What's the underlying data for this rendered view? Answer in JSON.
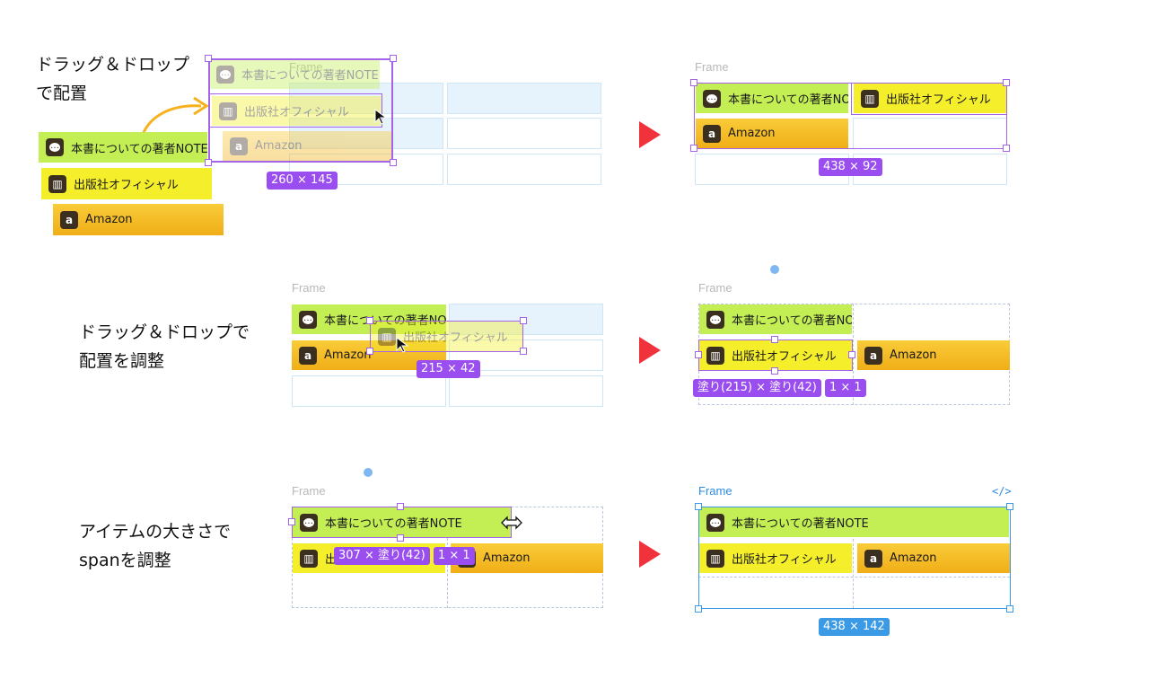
{
  "steps": [
    {
      "caption_line1": "ドラッグ＆ドロップ",
      "caption_line2": "で配置"
    },
    {
      "caption_line1": "ドラッグ＆ドロップで",
      "caption_line2": "配置を調整"
    },
    {
      "caption_line1": "アイテムの大きさで",
      "caption_line2": "spanを調整"
    }
  ],
  "frame_label": "Frame",
  "items": {
    "note": "本書についての著者NOTE",
    "publisher": "出版社オフィシャル",
    "amazon": "Amazon"
  },
  "badges": {
    "s1_drag": "260 × 145",
    "s1_result": "438 × 92",
    "s2_drag": "215 × 42",
    "s2_result_size": "塗り(215) × 塗り(42)",
    "s2_result_span": "1 × 1",
    "s3_drag_size": "307 × 塗り(42)",
    "s3_drag_span": "1 × 1",
    "s3_result": "438 × 142"
  },
  "code_icon": "</>",
  "colors": {
    "green": "#c3ef55",
    "yellow": "#f5ee2a",
    "orange": "#f4b520",
    "selection": "#a463e8",
    "selection_blue": "#3a9ae6",
    "arrow": "#f0323c",
    "curve_arrow": "#f5b21c"
  }
}
